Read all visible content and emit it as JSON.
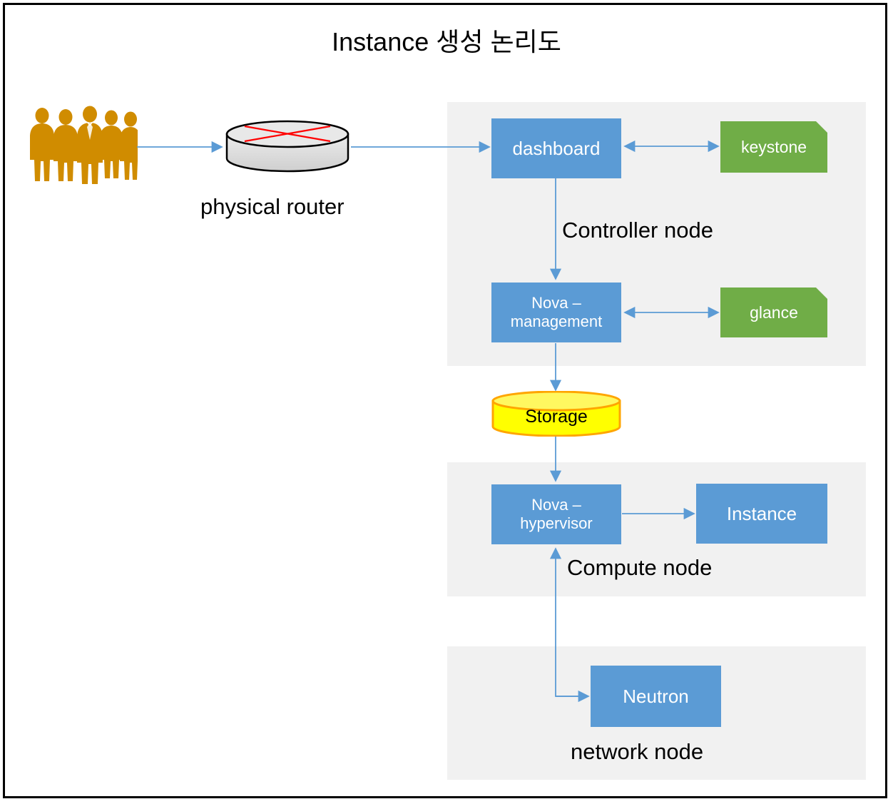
{
  "diagram": {
    "title": "Instance 생성 논리도",
    "colors": {
      "node_blue": "#5B9BD5",
      "doc_green": "#70AD47",
      "zone_gray": "#F1F1F1",
      "storage_yellow": "#FFFF00",
      "storage_border": "#FFA500",
      "people_gold": "#D08C00",
      "router_gray": "#D9D9D9",
      "router_x_red": "#FF0000",
      "arrow_blue": "#5B9BD5",
      "frame_black": "#000000"
    },
    "actors": {
      "users_icon": "group-of-people-icon",
      "router_icon": "router-cylinder-icon",
      "router_label": "physical router"
    },
    "zones": [
      {
        "id": "controller",
        "label": "Controller node"
      },
      {
        "id": "compute",
        "label": "Compute node"
      },
      {
        "id": "network",
        "label": "network node"
      }
    ],
    "nodes": {
      "dashboard": "dashboard",
      "keystone": "keystone",
      "nova_management_line1": "Nova –",
      "nova_management_line2": "management",
      "glance": "glance",
      "storage": "Storage",
      "nova_hypervisor_line1": "Nova –",
      "nova_hypervisor_line2": "hypervisor",
      "instance": "Instance",
      "neutron": "Neutron"
    },
    "connections": [
      {
        "from": "users",
        "to": "physical router",
        "style": "single-arrow"
      },
      {
        "from": "physical router",
        "to": "dashboard",
        "style": "single-arrow"
      },
      {
        "from": "dashboard",
        "to": "keystone",
        "style": "double-arrow"
      },
      {
        "from": "dashboard",
        "to": "Nova – management",
        "style": "single-arrow"
      },
      {
        "from": "Nova – management",
        "to": "glance",
        "style": "double-arrow"
      },
      {
        "from": "Nova – management",
        "to": "Storage",
        "style": "single-arrow"
      },
      {
        "from": "Storage",
        "to": "Nova – hypervisor",
        "style": "single-arrow"
      },
      {
        "from": "Nova – hypervisor",
        "to": "Instance",
        "style": "single-arrow"
      },
      {
        "from": "Neutron",
        "to": "Nova – hypervisor",
        "style": "double-arrow-elbow"
      }
    ]
  }
}
